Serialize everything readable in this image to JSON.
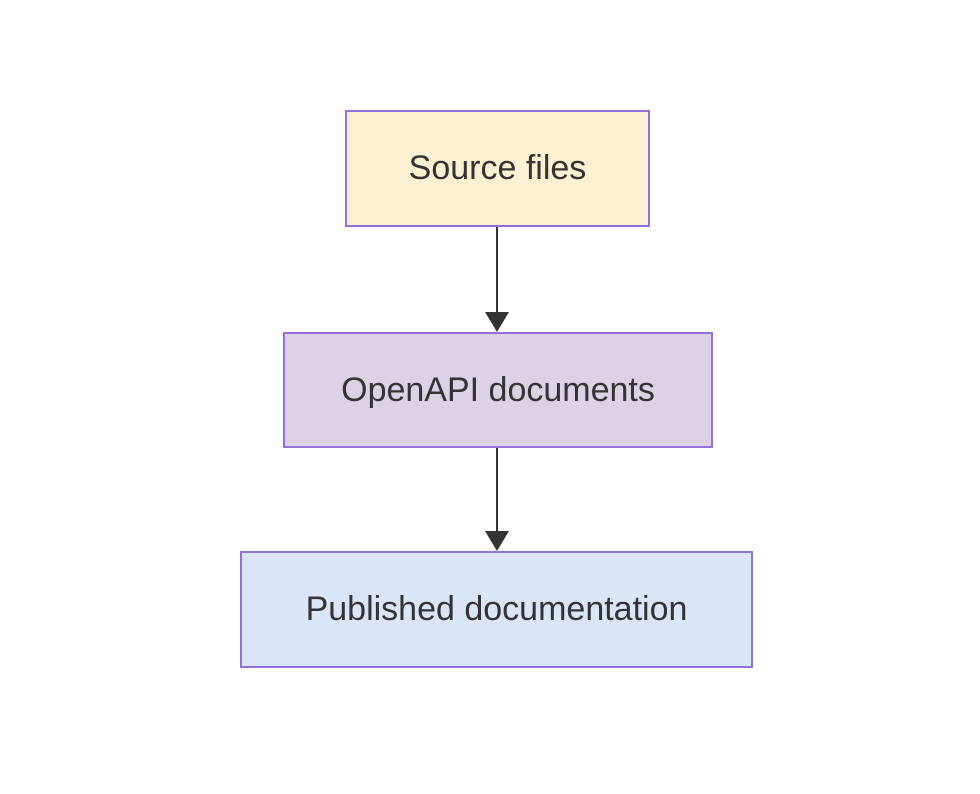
{
  "diagram": {
    "type": "flowchart",
    "direction": "top-down",
    "background": "#ffffff",
    "text_color": "#333333",
    "edge_color": "#333333",
    "node_border_color": "#9370db",
    "nodes": [
      {
        "id": "source-files",
        "label": "Source files",
        "fill": "#faf0d2",
        "border": "#9370db"
      },
      {
        "id": "openapi-documents",
        "label": "OpenAPI documents",
        "fill": "#ddd1e6",
        "border": "#9370db"
      },
      {
        "id": "published-documentation",
        "label": "Published documentation",
        "fill": "#dbe5f8",
        "border": "#9370db"
      }
    ],
    "edges": [
      {
        "from": "source-files",
        "to": "openapi-documents"
      },
      {
        "from": "openapi-documents",
        "to": "published-documentation"
      }
    ]
  }
}
